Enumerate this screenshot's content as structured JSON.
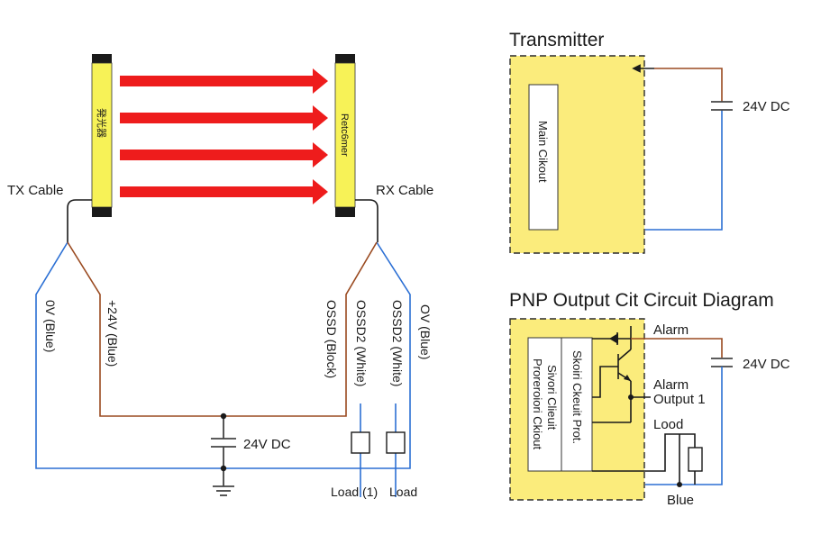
{
  "light_curtain": {
    "emitter_label": "発光器",
    "receiver_label": "Retc6mer",
    "beam_count": 4,
    "tx_cable_label": "TX Cable",
    "rx_cable_label": "RX Cable",
    "tx_wires": [
      {
        "label": "0V (Blue)",
        "color": "#2b6fd4"
      },
      {
        "label": "+24V (Blue)",
        "color": "#9a4a20"
      }
    ],
    "rx_wires": [
      {
        "label": "OSSD (Block)",
        "color": "#9a4a20"
      },
      {
        "label": "OSSD2 (White)",
        "color": "#2b6fd4"
      },
      {
        "label": "OSSD2 (White)",
        "color": "#2b6fd4"
      },
      {
        "label": "OV (Blue)",
        "color": "#2b6fd4"
      }
    ],
    "supply_label": "24V DC",
    "load_labels": [
      "Load (1)",
      "Load"
    ]
  },
  "transmitter": {
    "title": "Transmitter",
    "inner_block": "Main Cikout",
    "supply_label": "24V DC"
  },
  "pnp": {
    "title": "PNP Output Cit Circuit Diagram",
    "block_left_lines": [
      "Sivori Clieuit",
      "Proreroiori Ckiout"
    ],
    "block_right": "Skoiri Ckeuit Prot.",
    "alarm_label": "Alarm",
    "alarm_output_lines": [
      "Alarm",
      "Output 1"
    ],
    "load_label": "Lood",
    "blue_label": "Blue",
    "supply_label": "24V DC"
  },
  "colors": {
    "sensor_yellow": "#f7f257",
    "panel_yellow": "#fbec7c",
    "beam_red": "#ee1c1c",
    "wire_brown": "#9a4a20",
    "wire_blue": "#2b6fd4"
  }
}
